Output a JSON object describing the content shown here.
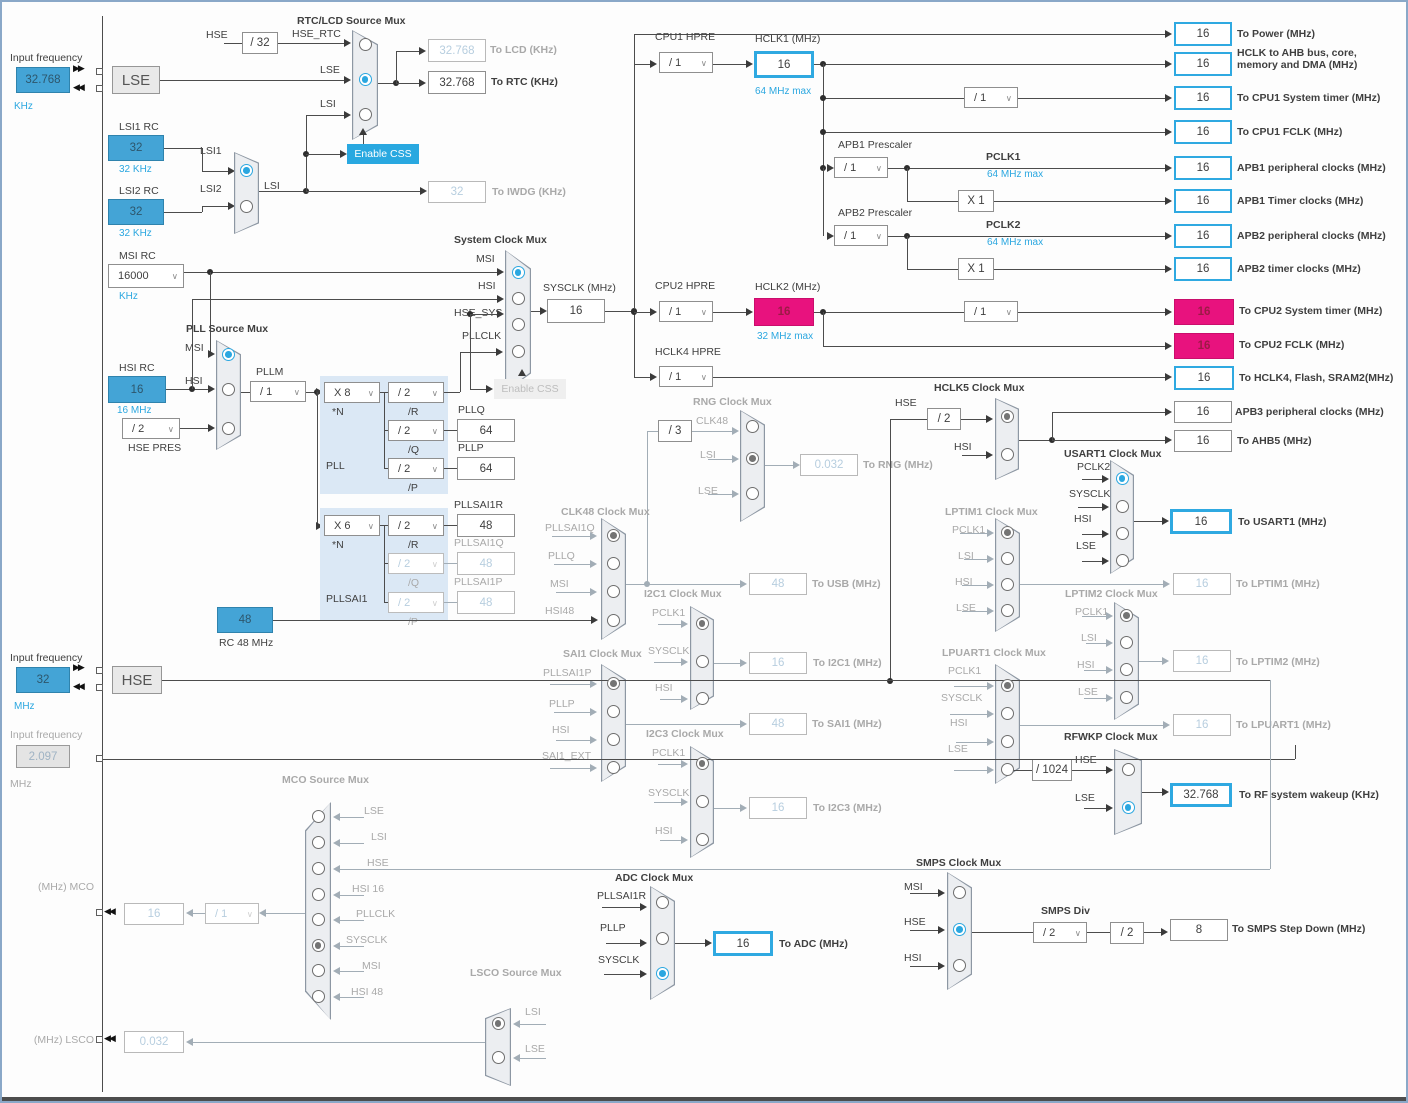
{
  "colors": {
    "accent_blue": "#2ba7e0",
    "pink": "#e8127e",
    "input_blue": "#44a4d6",
    "line": "#4c4c4c",
    "disabled_text": "#a9a9a9"
  },
  "osc": {
    "lse": {
      "label": "Input frequency",
      "value": "32.768",
      "unit": "KHz",
      "name": "LSE"
    },
    "hse": {
      "label": "Input frequency",
      "value": "32",
      "unit": "MHz",
      "name": "HSE"
    },
    "hse2": {
      "label": "Input frequency",
      "value": "2.097",
      "unit": "MHz"
    },
    "lsi1": {
      "title": "LSI1 RC",
      "value": "32",
      "freq": "32 KHz",
      "tag": "LSI1"
    },
    "lsi2": {
      "title": "LSI2 RC",
      "value": "32",
      "freq": "32 KHz",
      "tag": "LSI2"
    },
    "lsi_out": "LSI",
    "msi": {
      "title": "MSI RC",
      "value": "16000",
      "unit": "KHz"
    },
    "hsi": {
      "title": "HSI RC",
      "value": "16",
      "freq": "16 MHz"
    },
    "rc48": {
      "value": "48",
      "title": "RC 48 MHz"
    }
  },
  "rtc": {
    "title": "RTC/LCD Source Mux",
    "hse": "HSE",
    "div32": "/ 32",
    "hse_rtc": "HSE_RTC",
    "lse": "LSE",
    "lsi": "LSI",
    "css": "Enable CSS",
    "lcd": {
      "v": "32.768",
      "l": "To LCD (KHz)"
    },
    "rtcout": {
      "v": "32.768",
      "l": "To RTC (KHz)"
    },
    "iwdg": {
      "v": "32",
      "l": "To IWDG (KHz)"
    }
  },
  "pllsrc": {
    "title": "PLL Source Mux",
    "msi": "MSI",
    "hsi": "HSI",
    "pllm_l": "PLLM",
    "pllm": "/ 1",
    "hse_pres": "/ 2",
    "hse_pres_l": "HSE PRES"
  },
  "pll": {
    "n": "X 8",
    "nl": "*N",
    "r": "/ 2",
    "rl": "/R",
    "q": "/ 2",
    "ql": "/Q",
    "p": "/ 2",
    "pl": "/P",
    "name": "PLL",
    "pllq_l": "PLLQ",
    "pllq": "64",
    "pllp_l": "PLLP",
    "pllp": "64",
    "pllclk": "PLLCLK"
  },
  "pllsai1": {
    "n": "X 6",
    "nl": "*N",
    "r": "/ 2",
    "rl": "/R",
    "q": "/ 2",
    "ql": "/Q",
    "p": "/ 2",
    "pl": "/P",
    "name": "PLLSAI1",
    "r_l": "PLLSAI1R",
    "r_v": "48",
    "q_l": "PLLSAI1Q",
    "q_v": "48",
    "p_l": "PLLSAI1P",
    "p_v": "48"
  },
  "sys": {
    "title": "System Clock Mux",
    "in": [
      "MSI",
      "HSI",
      "HSE_SYS",
      "PLLCLK"
    ],
    "css": "Enable CSS",
    "sysclk_l": "SYSCLK (MHz)",
    "sysclk": "16"
  },
  "cpu1": {
    "hpre_l": "CPU1 HPRE",
    "hpre": "/ 1",
    "hclk1_l": "HCLK1 (MHz)",
    "hclk1": "16",
    "max": "64 MHz max",
    "tdiv": "/ 1"
  },
  "apb1": {
    "l": "APB1 Prescaler",
    "div": "/ 1",
    "pclk": "PCLK1",
    "max": "64 MHz max",
    "x1": "X 1"
  },
  "apb2": {
    "l": "APB2 Prescaler",
    "div": "/ 1",
    "pclk": "PCLK2",
    "max": "64 MHz max",
    "x1": "X 1"
  },
  "cpu2": {
    "hpre_l": "CPU2 HPRE",
    "hpre": "/ 1",
    "hclk2_l": "HCLK2 (MHz)",
    "hclk2": "16",
    "max": "32 MHz max",
    "tdiv": "/ 1"
  },
  "hclk4": {
    "l": "HCLK4 HPRE",
    "div": "/ 1"
  },
  "out": {
    "power": {
      "v": "16",
      "l": "To Power (MHz)"
    },
    "ahb": {
      "v": "16",
      "l": "HCLK to AHB bus, core, memory and DMA (MHz)"
    },
    "cpu1t": {
      "v": "16",
      "l": "To CPU1 System timer (MHz)"
    },
    "cpu1f": {
      "v": "16",
      "l": "To CPU1 FCLK (MHz)"
    },
    "apb1p": {
      "v": "16",
      "l": "APB1 peripheral clocks (MHz)"
    },
    "apb1t": {
      "v": "16",
      "l": "APB1 Timer clocks (MHz)"
    },
    "apb2p": {
      "v": "16",
      "l": "APB2 peripheral clocks (MHz)"
    },
    "apb2t": {
      "v": "16",
      "l": "APB2 timer clocks (MHz)"
    },
    "cpu2t": {
      "v": "16",
      "l": "To CPU2 System timer (MHz)"
    },
    "cpu2f": {
      "v": "16",
      "l": "To CPU2 FCLK (MHz)"
    },
    "hclk4": {
      "v": "16",
      "l": "To HCLK4, Flash, SRAM2(MHz)"
    },
    "apb3": {
      "v": "16",
      "l": "APB3 peripheral clocks (MHz)"
    },
    "ahb5": {
      "v": "16",
      "l": "To AHB5 (MHz)"
    },
    "usart1": {
      "v": "16",
      "l": "To USART1 (MHz)"
    },
    "lptim1": {
      "v": "16",
      "l": "To LPTIM1 (MHz)"
    },
    "lptim2": {
      "v": "16",
      "l": "To LPTIM2 (MHz)"
    },
    "lpuart1": {
      "v": "16",
      "l": "To LPUART1 (MHz)"
    },
    "rf": {
      "v": "32.768",
      "l": "To RF system wakeup (KHz)"
    },
    "smps": {
      "v": "8",
      "l": "To SMPS Step Down (MHz)"
    },
    "usb": {
      "v": "48",
      "l": "To USB (MHz)"
    },
    "i2c1": {
      "v": "16",
      "l": "To I2C1 (MHz)"
    },
    "sai1": {
      "v": "48",
      "l": "To SAI1 (MHz)"
    },
    "i2c3": {
      "v": "16",
      "l": "To I2C3 (MHz)"
    },
    "rng": {
      "v": "0.032",
      "l": "To RNG (MHz)"
    },
    "adc": {
      "v": "16",
      "l": "To ADC (MHz)"
    },
    "mco": {
      "v": "16",
      "l": "(MHz) MCO"
    },
    "lsco": {
      "v": "0.032",
      "l": "(MHz) LSCO"
    }
  },
  "rngmux": {
    "title": "RNG Clock Mux",
    "div": "/ 3",
    "in": [
      "CLK48",
      "LSI",
      "LSE"
    ]
  },
  "hclk5": {
    "title": "HCLK5 Clock Mux",
    "hse": "HSE",
    "div": "/ 2",
    "hsi": "HSI"
  },
  "usart1": {
    "title": "USART1 Clock Mux",
    "in": [
      "PCLK2",
      "SYSCLK",
      "HSI",
      "LSE"
    ]
  },
  "lptim1": {
    "title": "LPTIM1 Clock Mux",
    "in": [
      "PCLK1",
      "LSI",
      "HSI",
      "LSE"
    ]
  },
  "lptim2": {
    "title": "LPTIM2 Clock Mux",
    "in": [
      "PCLK1",
      "LSI",
      "HSI",
      "LSE"
    ]
  },
  "lpuart1": {
    "title": "LPUART1 Clock Mux",
    "in": [
      "PCLK1",
      "SYSCLK",
      "HSI",
      "LSE"
    ]
  },
  "rfwkp": {
    "title": "RFWKP Clock Mux",
    "div": "/ 1024",
    "hse": "HSE",
    "lse": "LSE"
  },
  "clk48": {
    "title": "CLK48 Clock Mux",
    "in": [
      "PLLSAI1Q",
      "PLLQ",
      "MSI",
      "HSI48"
    ]
  },
  "i2c1": {
    "title": "I2C1 Clock Mux",
    "in": [
      "PCLK1",
      "SYSCLK",
      "HSI"
    ]
  },
  "sai1mux": {
    "title": "SAI1 Clock Mux",
    "in": [
      "PLLSAI1P",
      "PLLP",
      "HSI",
      "SAI1_EXT"
    ]
  },
  "i2c3": {
    "title": "I2C3 Clock Mux",
    "in": [
      "PCLK1",
      "SYSCLK",
      "HSI"
    ]
  },
  "adc": {
    "title": "ADC Clock Mux",
    "in": [
      "PLLSAI1R",
      "PLLP",
      "SYSCLK"
    ]
  },
  "smps": {
    "title": "SMPS Clock Mux",
    "in": [
      "MSI",
      "HSE",
      "HSI"
    ],
    "div_l": "SMPS Div",
    "div": "/ 2",
    "div2": "/ 2"
  },
  "mco": {
    "title": "MCO Source Mux",
    "in": [
      "LSE",
      "LSI",
      "HSE",
      "HSI 16",
      "PLLCLK",
      "SYSCLK",
      "MSI",
      "HSI 48"
    ],
    "div": "/ 1"
  },
  "lsco": {
    "title": "LSCO Source Mux",
    "in": [
      "LSI",
      "LSE"
    ]
  }
}
